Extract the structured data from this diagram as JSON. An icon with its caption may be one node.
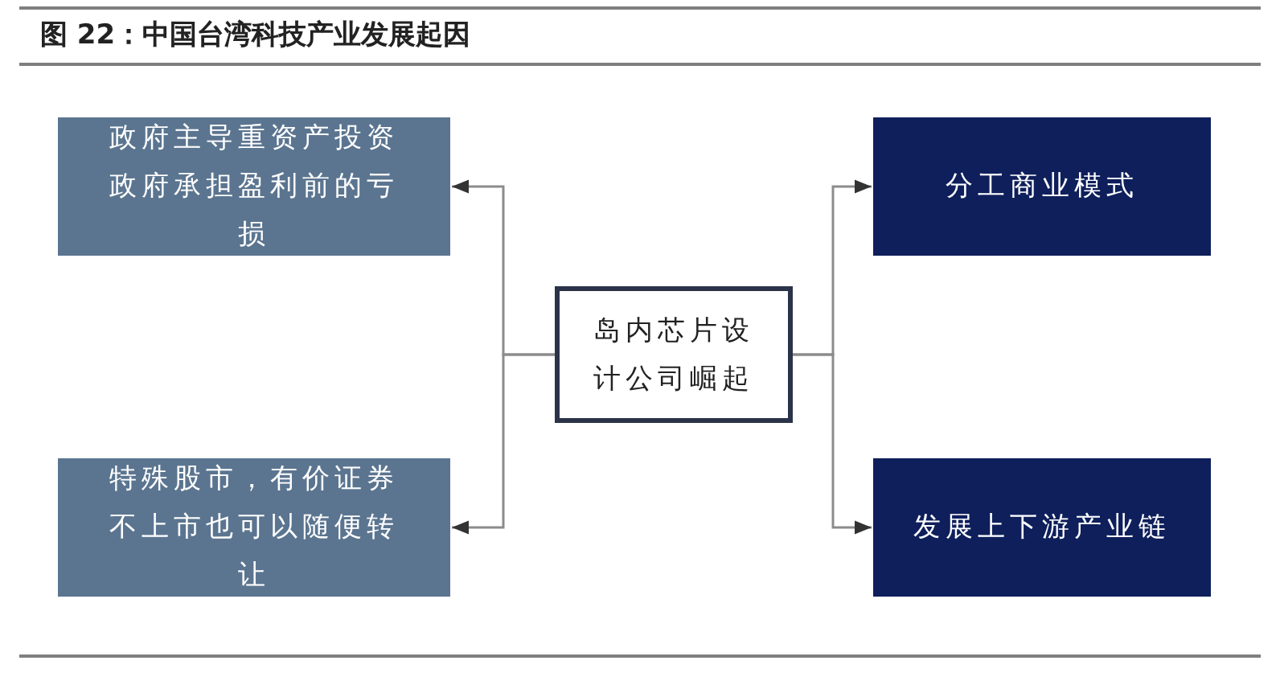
{
  "diagram": {
    "title": "图 22：中国台湾科技产业发展起因",
    "nodes": [
      {
        "text": [
          "政府主导重资产投资政府承担盈利前的亏损"
        ]
      },
      {
        "text": [
          "特殊股市，有价证券不上市也可以随便转让"
        ]
      },
      {
        "text": [
          "岛内芯片设计公司崛起"
        ]
      },
      {
        "text": [
          "分工商业模式"
        ]
      },
      {
        "text": [
          "发展上下游产业链"
        ]
      }
    ],
    "edges": [
      {
        "from": 2,
        "to": 0,
        "arrow": "to"
      },
      {
        "from": 2,
        "to": 1,
        "arrow": "to"
      },
      {
        "from": 2,
        "to": 3,
        "arrow": "to"
      },
      {
        "from": 2,
        "to": 4,
        "arrow": "to"
      }
    ]
  }
}
